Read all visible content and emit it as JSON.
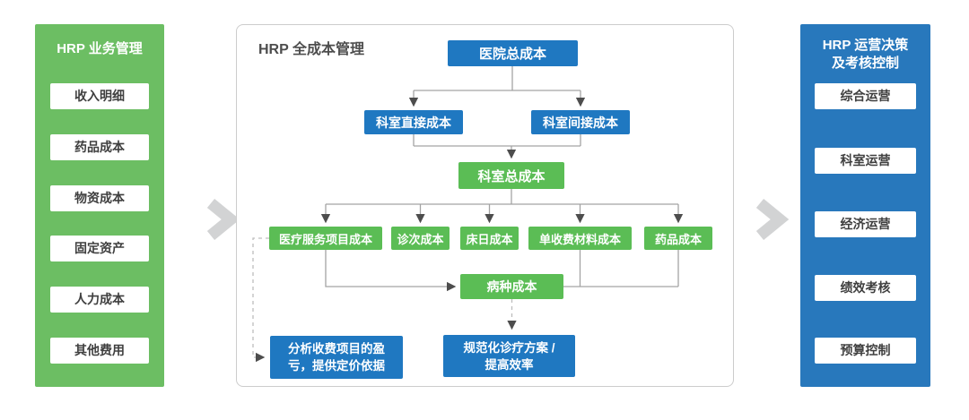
{
  "left_panel": {
    "title": "HRP 业务管理",
    "items": [
      "收入明细",
      "药品成本",
      "物资成本",
      "固定资产",
      "人力成本",
      "其他费用"
    ]
  },
  "center_panel": {
    "title": "HRP 全成本管理",
    "nodes": {
      "hospital_total": "医院总成本",
      "dept_direct": "科室直接成本",
      "dept_indirect": "科室间接成本",
      "dept_total": "科室总成本",
      "medical_service_item": "医疗服务项目成本",
      "visit_cost": "诊次成本",
      "bed_day_cost": "床日成本",
      "single_charge_material": "单收费材料成本",
      "drug_cost": "药品成本",
      "disease_cost": "病种成本"
    },
    "outcomes": {
      "pricing": {
        "line1": "分析收费项目的盈",
        "line2": "亏，提供定价依据"
      },
      "standard": {
        "line1": "规范化诊疗方案 /",
        "line2": "提高效率"
      }
    }
  },
  "right_panel": {
    "title_line1": "HRP 运营决策",
    "title_line2": "及考核控制",
    "items": [
      "综合运营",
      "科室运营",
      "经济运营",
      "绩效考核",
      "预算控制"
    ]
  },
  "icons": {
    "left_chevron": "chevron-right",
    "right_chevron": "chevron-right"
  },
  "colors": {
    "panel_green": "#6cbe63",
    "node_green": "#5bbd55",
    "node_blue": "#1f78c1",
    "panel_blue": "#2878bc",
    "line_gray": "#a3a3a3",
    "dashed_gray": "#bdbdbd",
    "arrow_dark": "#4d4d4d",
    "chevron_gray": "#d2d3d4",
    "panel_border": "#cccccc"
  }
}
